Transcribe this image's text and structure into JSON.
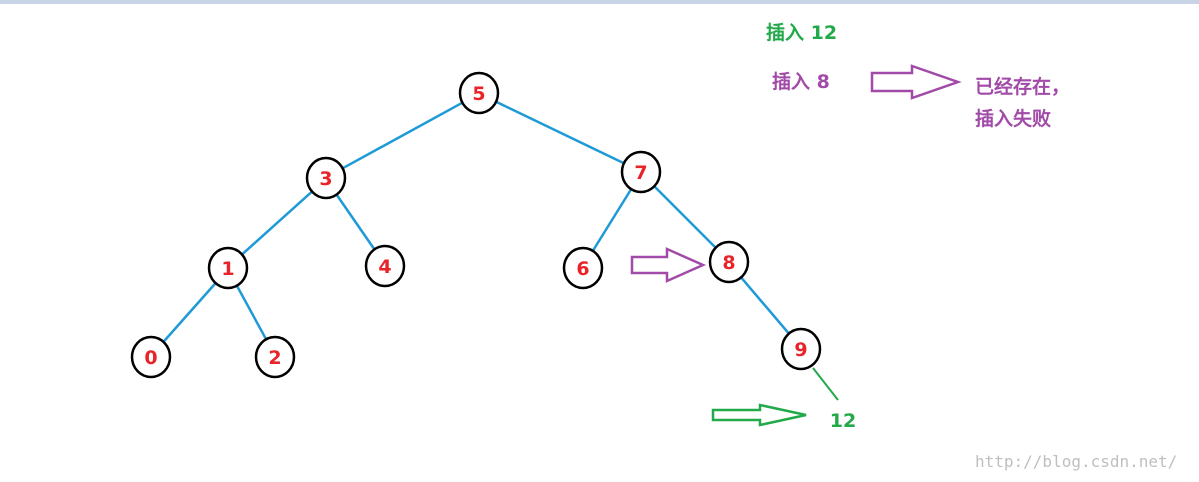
{
  "tree": {
    "nodes": [
      {
        "id": "n5",
        "label": "5"
      },
      {
        "id": "n3",
        "label": "3"
      },
      {
        "id": "n7",
        "label": "7"
      },
      {
        "id": "n1",
        "label": "1"
      },
      {
        "id": "n4",
        "label": "4"
      },
      {
        "id": "n6",
        "label": "6"
      },
      {
        "id": "n8",
        "label": "8"
      },
      {
        "id": "n0",
        "label": "0"
      },
      {
        "id": "n2",
        "label": "2"
      },
      {
        "id": "n9",
        "label": "9"
      }
    ],
    "edges": [
      [
        "n5",
        "n3"
      ],
      [
        "n5",
        "n7"
      ],
      [
        "n3",
        "n1"
      ],
      [
        "n3",
        "n4"
      ],
      [
        "n7",
        "n6"
      ],
      [
        "n7",
        "n8"
      ],
      [
        "n1",
        "n0"
      ],
      [
        "n1",
        "n2"
      ],
      [
        "n8",
        "n9"
      ]
    ],
    "new_node_label": "12",
    "colors": {
      "edge": "#1e9ad6",
      "node_label": "#e8232a",
      "node_stroke": "#000000",
      "insert_ok": "#22a94a",
      "insert_fail": "#a24aa8"
    }
  },
  "annotations": {
    "insert_12": "插入  12",
    "insert_8": "插入  8",
    "fail_line1": "已经存在，",
    "fail_line2": "插入失败"
  },
  "watermark": "http://blog.csdn.net/"
}
